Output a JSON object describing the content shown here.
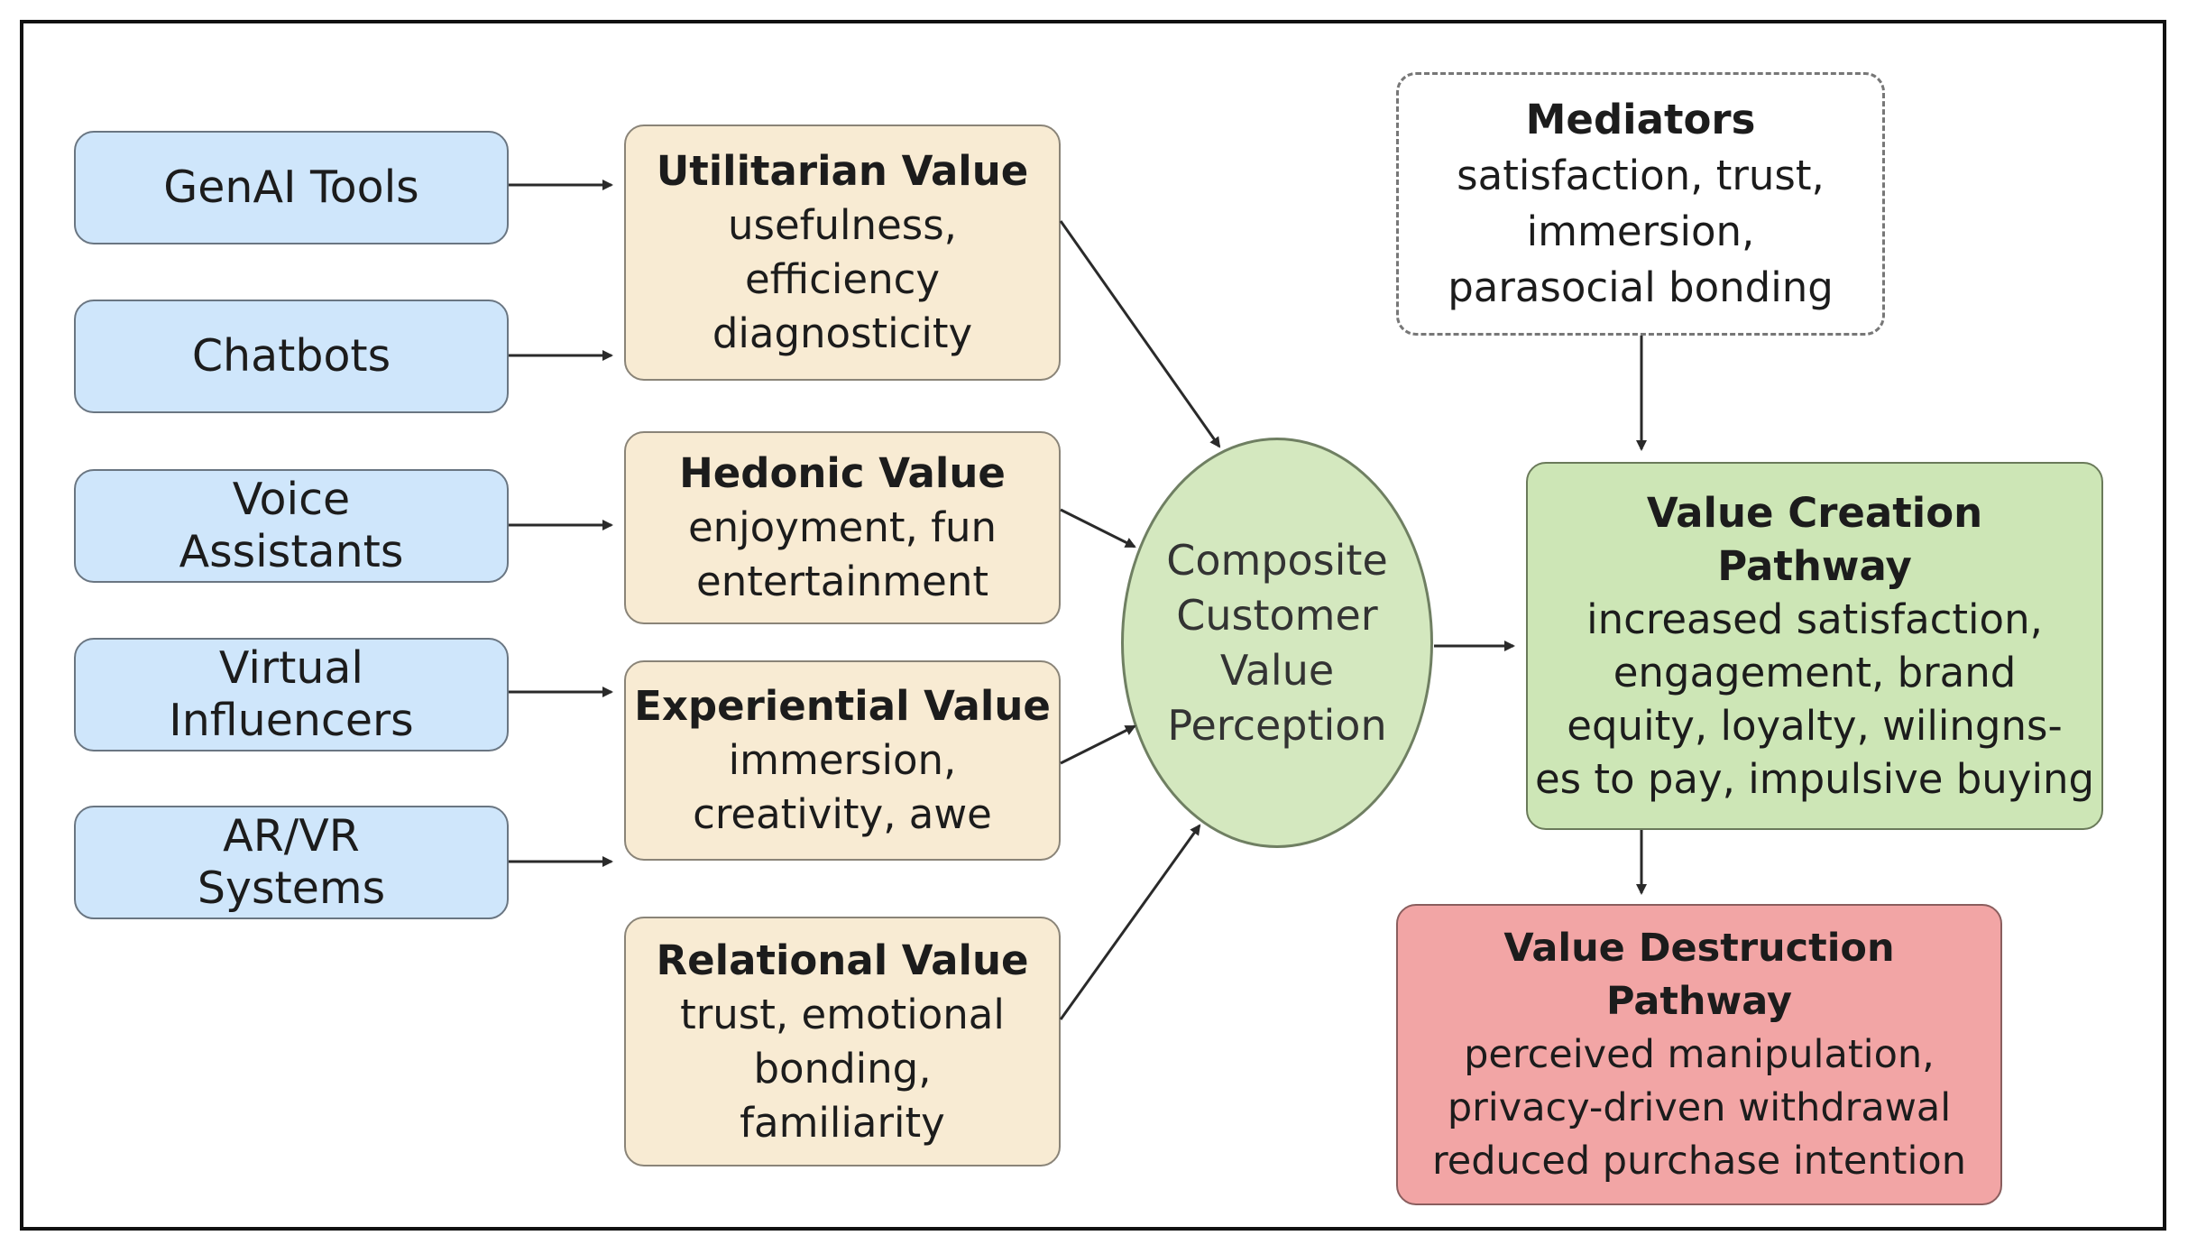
{
  "tech_sources": [
    {
      "label": "GenAI Tools"
    },
    {
      "label": "Chatbots"
    },
    {
      "label": "Voice\nAssistants"
    },
    {
      "label": "Virtual\nInfluencers"
    },
    {
      "label": "AR/VR\nSystems"
    }
  ],
  "values": [
    {
      "title": "Utilitarian Value",
      "body": "usefulness,\nefficiency\ndiagnosticity"
    },
    {
      "title": "Hedonic Value",
      "body": "enjoyment, fun\nentertainment"
    },
    {
      "title": "Experiential Value",
      "body": "immersion,\ncreativity, awe"
    },
    {
      "title": "Relational Value",
      "body": "trust, emotional\nbonding,\nfamiliarity"
    }
  ],
  "central": {
    "label": "Composite\nCustomer\nValue\nPerception"
  },
  "mediators": {
    "title": "Mediators",
    "body": "satisfaction, trust,\nimmersion,\nparasocial bonding"
  },
  "value_creation": {
    "title": "Value Creation\nPathway",
    "body": "increased satisfaction,\nengagement, brand\nequity, loyalty, wilingns-\nes to pay, impulsive buying"
  },
  "value_destruction": {
    "title": "Value Destruction\nPathway",
    "body": "perceived manipulation,\nprivacy-driven withdrawal\nreduced purchase intention"
  },
  "colors": {
    "tech_fill": "#cfe6fb",
    "value_fill": "#f8ebd3",
    "central_fill": "#d4e8bf",
    "creation_fill": "#cde6b6",
    "destruction_fill": "#f2a5a5",
    "mediator_fill": "#ffffff"
  }
}
